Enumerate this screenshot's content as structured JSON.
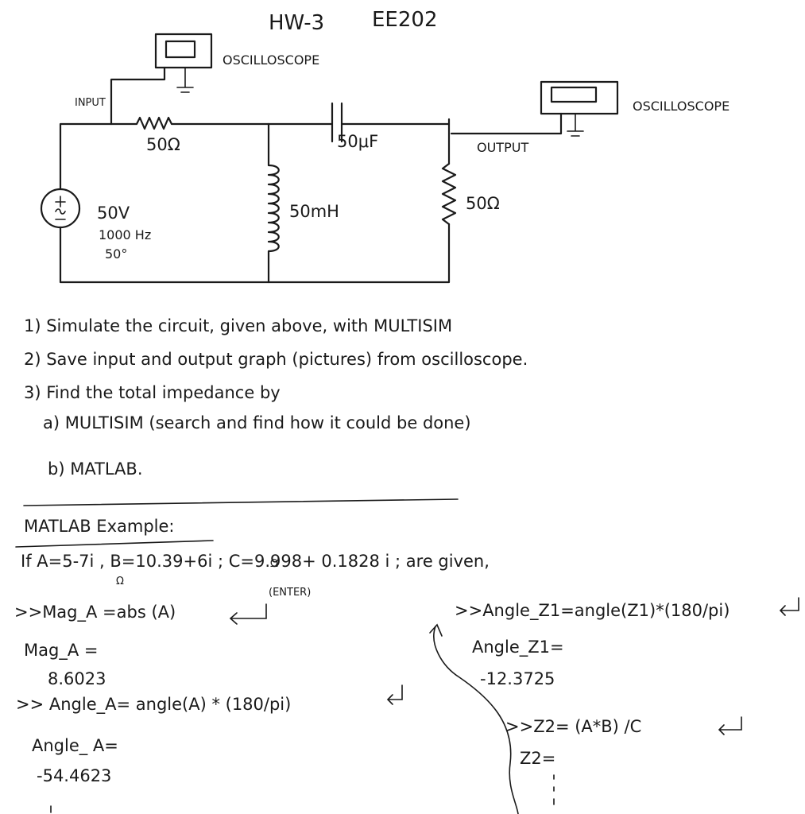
{
  "header": {
    "hw": "HW-3",
    "course": "EE202"
  },
  "circuit": {
    "osc1_label": "OSCILLOSCOPE",
    "osc2_label": "OSCILLOSCOPE",
    "input_label": "INPUT",
    "output_label": "OUTPUT",
    "r1_label": "50Ω",
    "cap_label": "50μF",
    "ind_label": "50mH",
    "r2_label": "50Ω",
    "source_voltage": "50V",
    "source_freq": "1000 Hz",
    "source_phase": "50°"
  },
  "tasks": {
    "t1": "1) Simulate the circuit, given above, with MULTISIM",
    "t2": "2) Save input and output graph (pictures) from oscilloscope.",
    "t3": "3) Find the total impedance by",
    "t3a": "a) MULTISIM (search and find how it could be done)",
    "t3b": "b) MATLAB."
  },
  "matlab": {
    "heading": "MATLAB Example:",
    "given": "If A=5-7i , B=10.39+6i ; C=9.998+ 0.1828 i ; are given,",
    "given_omega1": "Ω",
    "given_omega2": "Ω",
    "cmd1": ">>Mag_A =abs (A)",
    "enter": "(ENTER)",
    "res1_label": "Mag_A =",
    "res1_value": "8.6023",
    "cmd2": ">> Angle_A= angle(A) * (180/pi)",
    "res2_label": "Angle_ A=",
    "res2_value": "-54.4623",
    "cmd3": ">>Angle_Z1=angle(Z1)*(180/pi)",
    "res3_label": "Angle_Z1=",
    "res3_value": "-12.3725",
    "cmd4": ">>Z2= (A*B) /C",
    "res4_label": "Z2="
  }
}
